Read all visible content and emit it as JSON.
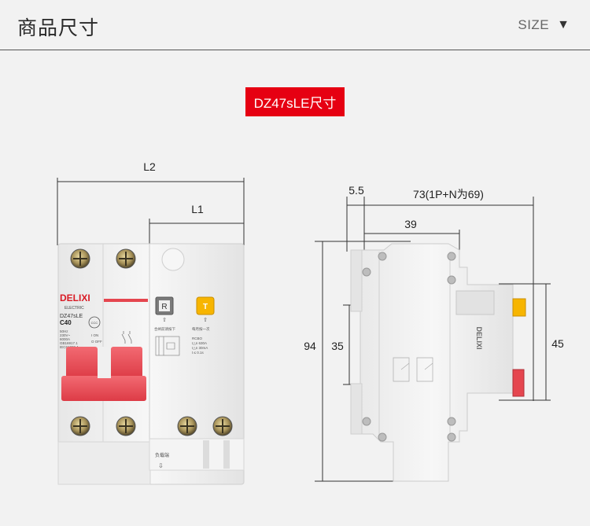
{
  "header": {
    "title": "商品尺寸",
    "size_label": "SIZE",
    "arrow_icon": "triangle-down-icon"
  },
  "badge": {
    "label": "DZ47sLE尺寸",
    "color": "#e60012"
  },
  "front_view": {
    "dim_l2": "L2",
    "dim_l1": "L1",
    "brand": "DELIXI",
    "brand_sub": "ELECTRIC",
    "model": "DZ47sLE",
    "rating": "C40",
    "cert_mark": "CCC",
    "spec_lines": [
      "50Hz",
      "230V~",
      "6000A",
      "GB16917.1",
      "IEC61009-1"
    ],
    "on_label": "I ON",
    "off_label": "O OFF",
    "reset_button": "R",
    "test_button": "T",
    "reset_note": "合闸前请按下",
    "test_note": "每月按一次",
    "rcbo_lines": [
      "RCBO",
      "I△n 630A",
      "I△n 30mA",
      "t ≤ 0.1s"
    ],
    "load_label": "负载端",
    "accent_red": "#e5464f",
    "test_yellow": "#f7b500"
  },
  "side_view": {
    "dim_depth": "5.5",
    "dim_width": "73(1P+N为69)",
    "dim_39": "39",
    "dim_94": "94",
    "dim_35": "35",
    "dim_45": "45",
    "side_logo": "DELIXI"
  }
}
